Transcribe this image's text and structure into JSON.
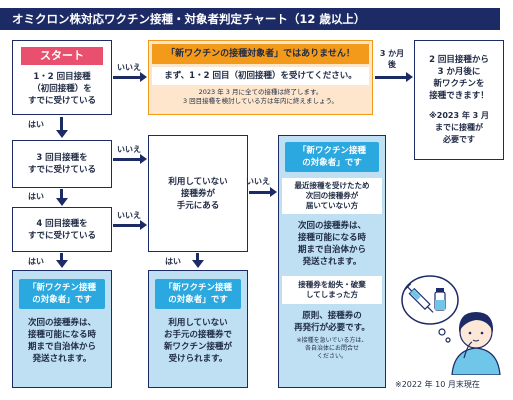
{
  "title": "オミクロン株対応ワクチン接種・対象者判定チャート（12 歳以上）",
  "start": {
    "label": "スタート",
    "question": [
      "1・2 回目接種",
      "（初回接種）を",
      "すでに受けている"
    ]
  },
  "q3": [
    "3 回目接種を",
    "すでに受けている"
  ],
  "q4": [
    "4 回目接種を",
    "すでに受けている"
  ],
  "coupon_q": [
    "利用していない",
    "接種券が",
    "手元にある"
  ],
  "yes": "はい",
  "no": "いいえ",
  "not_target": {
    "header": "「新ワクチンの接種対象者」ではありません！",
    "main": "まず、1・2 回目（初回接種）を受けてください。",
    "note1": "2023 年 3 月に全ての接種は終了します。",
    "note2": "3 回目接種を検討している方は年内に終えましょう。"
  },
  "three_months": [
    "3 か月",
    "後"
  ],
  "after_box": {
    "lines": [
      "2 回目接種から",
      "3 か月後に",
      "新ワクチンを",
      "接種できます！"
    ],
    "note": [
      "※2023 年 3 月",
      "までに接種が",
      "必要です"
    ]
  },
  "result_left": {
    "badge": [
      "「新ワクチン接種",
      "の対象者」です"
    ],
    "text": [
      "次回の接種券は、",
      "接種可能になる時",
      "期まで自治体から",
      "発送されます。"
    ]
  },
  "result_mid": {
    "badge": [
      "「新ワクチン接種",
      "の対象者」です"
    ],
    "text": [
      "利用していない",
      "お手元の接種券で",
      "新ワクチン接種が",
      "受けられます。"
    ]
  },
  "result_right": {
    "badge": [
      "「新ワクチン接種",
      "の対象者」です"
    ],
    "section1_title": [
      "最近接種を受けたため",
      "次回の接種券が",
      "届いていない方"
    ],
    "section1_text": [
      "次回の接種券は、",
      "接種可能になる時",
      "期まで自治体から",
      "発送されます。"
    ],
    "section2_title": [
      "接種券を紛失・破棄",
      "してしまった方"
    ],
    "section2_text": [
      "原則、接種券の",
      "再発行が必要です。"
    ],
    "section2_note": [
      "※接種を急いでいる方は、",
      "各自治体にお問合せ",
      "ください。"
    ]
  },
  "footnote": "※2022 年 10 月末現在",
  "colors": {
    "navy": "#1c2a66",
    "pink": "#e8506e",
    "orange": "#f39a1b",
    "light_blue": "#bfe0f2",
    "badge_blue": "#2aa8df"
  },
  "illustration": "person-with-vaccine-thought-icon"
}
